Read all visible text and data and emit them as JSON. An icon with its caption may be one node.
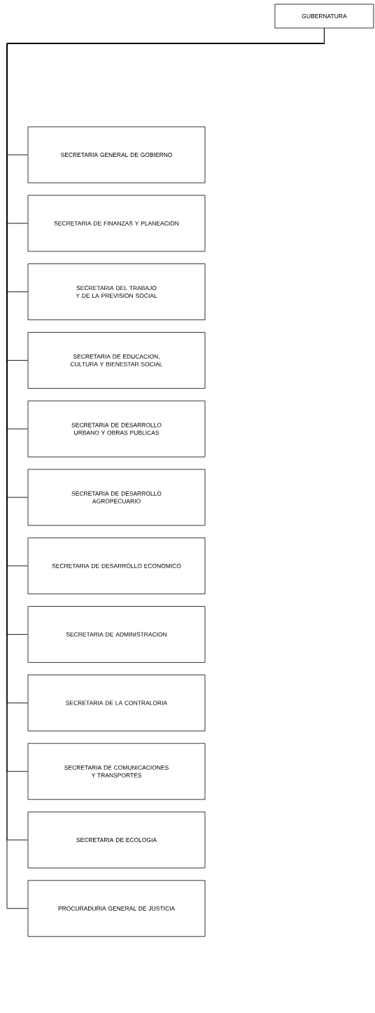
{
  "diagram": {
    "nodes": [
      {
        "text": [
          "GUBERNATURA"
        ]
      },
      {
        "text": [
          "SECRETARIA GENERAL DE GOBIERNO"
        ]
      },
      {
        "text": [
          "SECRETARIA DE FINANZAS Y PLANEACION"
        ]
      },
      {
        "text": [
          "SECRETARIA DEL TRABAJO Y DE LA PREVISION SOCIAL"
        ]
      },
      {
        "text": [
          "SECRETARIA DE EDUCACION, CULTURA Y BIENESTAR SOCIAL"
        ]
      },
      {
        "text": [
          "SECRETARIA DE DESARROLLO URBANO Y OBRAS PUBLICAS"
        ]
      },
      {
        "text": [
          "SECRETARIA DE DESARROLLO AGROPECUARIO"
        ]
      },
      {
        "text": [
          "SECRETARIA DE DESARROLLO ECONOMICO"
        ]
      },
      {
        "text": [
          "SECRETARIA DE ADMINISTRACION"
        ]
      },
      {
        "text": [
          "SECRETARIA DE LA CONTRALORIA"
        ]
      },
      {
        "text": [
          "SECRETARIA DE COMUNICACIONES Y TRANSPORTES"
        ]
      },
      {
        "text": [
          "SECRETARIA DE ECOLOGIA"
        ]
      },
      {
        "text": [
          "PROCURADURIA GENERAL DE JUSTICIA"
        ]
      }
    ],
    "edges": [
      {
        "from": 0,
        "to": 1,
        "arrow": "none"
      },
      {
        "from": 0,
        "to": 2,
        "arrow": "none"
      },
      {
        "from": 0,
        "to": 3,
        "arrow": "none"
      },
      {
        "from": 0,
        "to": 4,
        "arrow": "none"
      },
      {
        "from": 0,
        "to": 5,
        "arrow": "none"
      },
      {
        "from": 0,
        "to": 6,
        "arrow": "none"
      },
      {
        "from": 0,
        "to": 7,
        "arrow": "none"
      },
      {
        "from": 0,
        "to": 8,
        "arrow": "none"
      },
      {
        "from": 0,
        "to": 9,
        "arrow": "none"
      },
      {
        "from": 0,
        "to": 10,
        "arrow": "none"
      },
      {
        "from": 0,
        "to": 11,
        "arrow": "none"
      },
      {
        "from": 0,
        "to": 12,
        "arrow": "none"
      }
    ]
  }
}
